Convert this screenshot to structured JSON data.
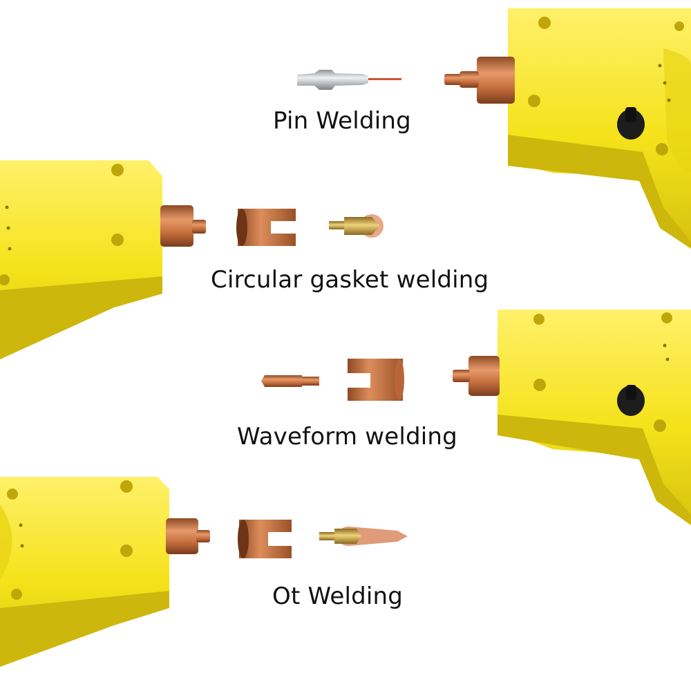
{
  "captions": {
    "pin": "Pin Welding",
    "circular": "Circular gasket welding",
    "waveform": "Waveform welding",
    "ot": "Ot Welding"
  },
  "colors": {
    "background": "#ffffff",
    "housing": "#f5e21a",
    "housing_shadow": "#cdb70c",
    "copper": "#c8703f",
    "copper_dark": "#8e4a25",
    "brass": "#c9a24a",
    "steel": "#b9bcc0",
    "text": "#111111"
  }
}
